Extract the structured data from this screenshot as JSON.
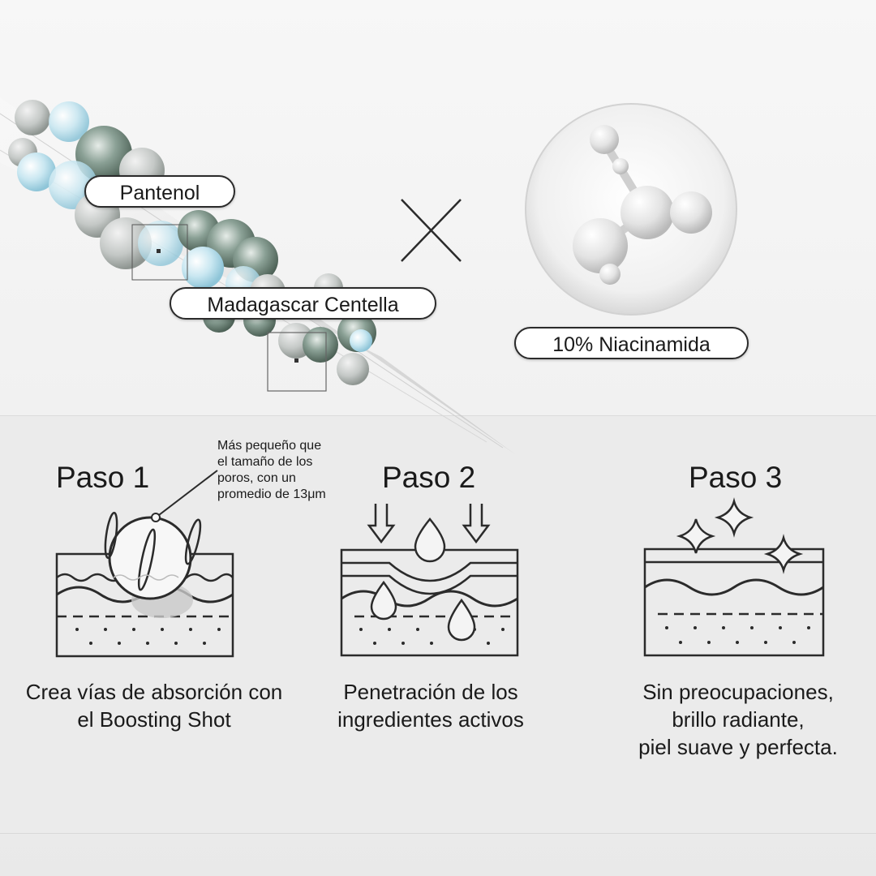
{
  "header": {
    "ingredients": {
      "panthenol": "Pantenol",
      "centella": "Madagascar Centella",
      "niacinamide": "10% Niacinamida"
    },
    "combine_symbol": "×"
  },
  "steps": [
    {
      "title": "Paso 1",
      "caption_lines": [
        "Crea vías de absorción con",
        "el Boosting Shot"
      ]
    },
    {
      "title": "Paso 2",
      "caption_lines": [
        "Penetración de los",
        "ingredientes activos"
      ]
    },
    {
      "title": "Paso 3",
      "caption_lines": [
        "Sin preocupaciones,",
        "brillo radiante,",
        "piel suave y perfecta."
      ]
    }
  ],
  "callout": {
    "lines": [
      "Más pequeño que",
      "el tamaño de los",
      "poros, con un",
      "promedio de 13μm"
    ]
  },
  "colors": {
    "accent_blue": "#a9d7e6",
    "moss": "#5e7a6a",
    "outline": "#2b2b2b"
  },
  "icons": [
    "microneedle-shot-icon",
    "multiply-icon",
    "molecule-drop-icon",
    "skin-layer-icon",
    "arrow-down-icon",
    "droplet-icon",
    "sparkle-icon",
    "magnifier-icon"
  ]
}
